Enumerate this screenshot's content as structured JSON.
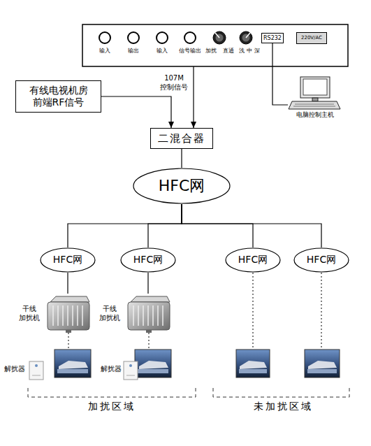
{
  "diagram": {
    "nodes": [
      {
        "text": [
          "输入",
          "输出",
          "输入",
          "信号输出",
          "加扰",
          "直通",
          "浅 中 深"
        ]
      },
      {
        "text": [
          "RS232"
        ],
        "in": 0
      },
      {
        "text": [
          "220V/AC"
        ],
        "in": 0
      },
      {
        "text": [
          "有线电视机房 前端RF信号"
        ]
      },
      {
        "text": [
          "电脑控制主机"
        ]
      },
      {
        "text": [
          "二混合器"
        ]
      },
      {
        "text": [
          "HFC网"
        ]
      },
      {
        "text": [
          "HFC网"
        ]
      },
      {
        "text": [
          "HFC网"
        ]
      },
      {
        "text": [
          "HFC网"
        ]
      },
      {
        "text": [
          "HFC网"
        ]
      },
      {
        "text": [
          "干线 加扰机"
        ]
      },
      {
        "text": [
          "干线 加扰机"
        ]
      },
      {
        "text": [
          "解扰器"
        ]
      },
      {
        "text": [
          "解扰器"
        ]
      }
    ],
    "edges": [
      {
        "from": 1,
        "to": 4,
        "arrow": "none"
      },
      {
        "from": 0,
        "to": 5,
        "label": "107M 控制信号",
        "arrow": "to"
      },
      {
        "from": 3,
        "to": 5,
        "arrow": "to"
      },
      {
        "from": 5,
        "to": 6,
        "arrow": "none"
      },
      {
        "from": 6,
        "to": 7,
        "arrow": "none"
      },
      {
        "from": 6,
        "to": 8,
        "arrow": "none"
      },
      {
        "from": 6,
        "to": 9,
        "arrow": "none"
      },
      {
        "from": 6,
        "to": 10,
        "arrow": "none"
      },
      {
        "from": 7,
        "to": 11,
        "arrow": "none"
      },
      {
        "from": 8,
        "to": 12,
        "arrow": "none"
      }
    ],
    "labels": [
      "加扰区域",
      "未加扰区域"
    ]
  }
}
